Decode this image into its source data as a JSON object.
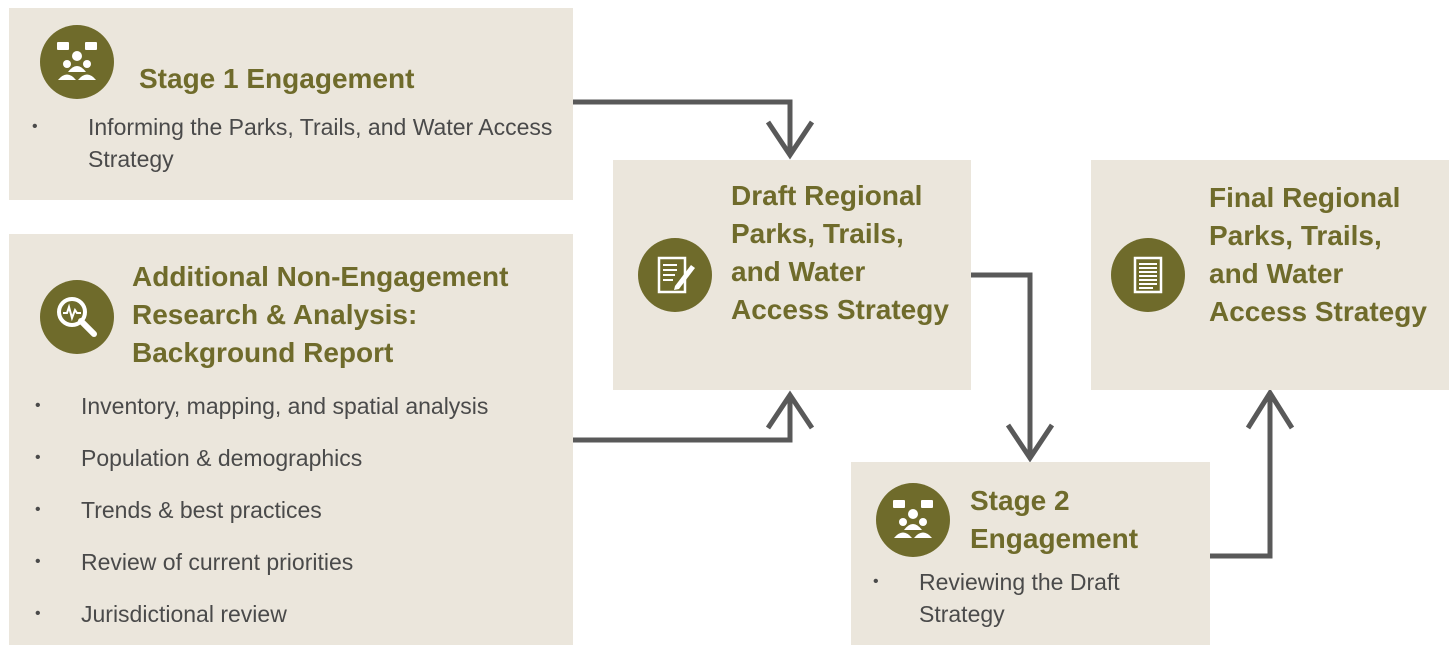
{
  "boxes": {
    "stage1": {
      "title": "Stage 1 Engagement",
      "bullets": [
        "Informing the Parks, Trails, and Water Access Strategy"
      ],
      "icon": "people-discussion-icon"
    },
    "research": {
      "title": "Additional Non-Engagement Research & Analysis: Background Report",
      "bullets": [
        "Inventory, mapping, and spatial analysis",
        "Population & demographics",
        "Trends & best practices",
        "Review of current priorities",
        "Jurisdictional review"
      ],
      "icon": "magnifier-analysis-icon"
    },
    "draft": {
      "title": "Draft Regional Parks, Trails, and Water Access Strategy",
      "icon": "document-pencil-icon"
    },
    "stage2": {
      "title": "Stage 2 Engagement",
      "bullets": [
        "Reviewing the Draft Strategy"
      ],
      "icon": "people-discussion-icon"
    },
    "final": {
      "title": "Final Regional Parks, Trails, and Water Access Strategy",
      "icon": "document-icon"
    }
  },
  "colors": {
    "box_fill": "#ebe6dc",
    "accent": "#6f6b2b",
    "text": "#4a4a4a",
    "arrow": "#595959"
  }
}
